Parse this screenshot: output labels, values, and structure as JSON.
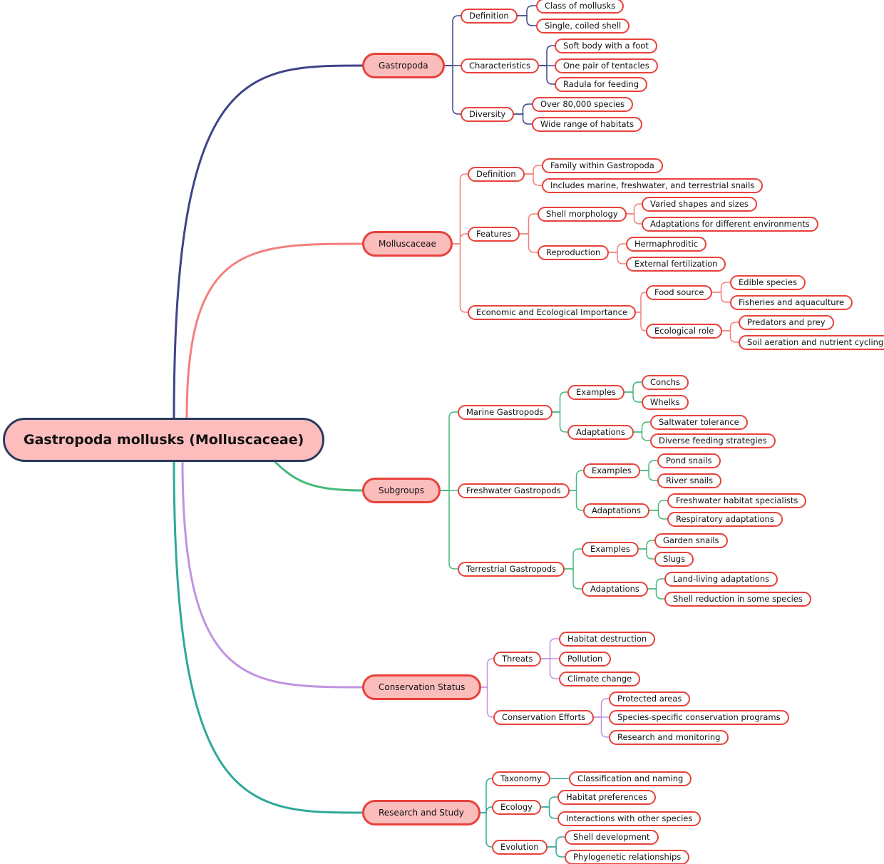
{
  "root": {
    "label": "Gastropoda mollusks (Molluscaceae)",
    "colors": {
      "fill": "#fdbdbd",
      "border": "#2a3a5c",
      "node_border": "#e8413a"
    }
  },
  "branches": [
    {
      "label": "Gastropoda",
      "color": "#3f4488",
      "children": [
        {
          "label": "Definition",
          "children": [
            {
              "label": "Class of mollusks"
            },
            {
              "label": "Single, coiled shell"
            }
          ]
        },
        {
          "label": "Characteristics",
          "children": [
            {
              "label": "Soft body with a foot"
            },
            {
              "label": "One pair of tentacles"
            },
            {
              "label": "Radula for feeding"
            }
          ]
        },
        {
          "label": "Diversity",
          "children": [
            {
              "label": "Over 80,000 species"
            },
            {
              "label": "Wide range of habitats"
            }
          ]
        }
      ]
    },
    {
      "label": "Molluscaceae",
      "color": "#f47f7d",
      "children": [
        {
          "label": "Definition",
          "children": [
            {
              "label": "Family within Gastropoda"
            },
            {
              "label": "Includes marine, freshwater, and terrestrial snails"
            }
          ]
        },
        {
          "label": "Features",
          "children": [
            {
              "label": "Shell morphology",
              "children": [
                {
                  "label": "Varied shapes and sizes"
                },
                {
                  "label": "Adaptations for different environments"
                }
              ]
            },
            {
              "label": "Reproduction",
              "children": [
                {
                  "label": "Hermaphroditic"
                },
                {
                  "label": "External fertilization"
                }
              ]
            }
          ]
        },
        {
          "label": "Economic and Ecological Importance",
          "children": [
            {
              "label": "Food source",
              "children": [
                {
                  "label": "Edible species"
                },
                {
                  "label": "Fisheries and aquaculture"
                }
              ]
            },
            {
              "label": "Ecological role",
              "children": [
                {
                  "label": "Predators and prey"
                },
                {
                  "label": "Soil aeration and nutrient cycling"
                }
              ]
            }
          ]
        }
      ]
    },
    {
      "label": "Subgroups",
      "color": "#46b87a",
      "children": [
        {
          "label": "Marine Gastropods",
          "children": [
            {
              "label": "Examples",
              "children": [
                {
                  "label": "Conchs"
                },
                {
                  "label": "Whelks"
                }
              ]
            },
            {
              "label": "Adaptations",
              "children": [
                {
                  "label": "Saltwater tolerance"
                },
                {
                  "label": "Diverse feeding strategies"
                }
              ]
            }
          ]
        },
        {
          "label": "Freshwater Gastropods",
          "children": [
            {
              "label": "Examples",
              "children": [
                {
                  "label": "Pond snails"
                },
                {
                  "label": "River snails"
                }
              ]
            },
            {
              "label": "Adaptations",
              "children": [
                {
                  "label": "Freshwater habitat specialists"
                },
                {
                  "label": "Respiratory adaptations"
                }
              ]
            }
          ]
        },
        {
          "label": "Terrestrial Gastropods",
          "children": [
            {
              "label": "Examples",
              "children": [
                {
                  "label": "Garden snails"
                },
                {
                  "label": "Slugs"
                }
              ]
            },
            {
              "label": "Adaptations",
              "children": [
                {
                  "label": "Land-living adaptations"
                },
                {
                  "label": "Shell reduction in some species"
                }
              ]
            }
          ]
        }
      ]
    },
    {
      "label": "Conservation Status",
      "color": "#c293e2",
      "children": [
        {
          "label": "Threats",
          "children": [
            {
              "label": "Habitat destruction"
            },
            {
              "label": "Pollution"
            },
            {
              "label": "Climate change"
            }
          ]
        },
        {
          "label": "Conservation Efforts",
          "children": [
            {
              "label": "Protected areas"
            },
            {
              "label": "Species-specific conservation programs"
            },
            {
              "label": "Research and monitoring"
            }
          ]
        }
      ]
    },
    {
      "label": "Research and Study",
      "color": "#2fa899",
      "children": [
        {
          "label": "Taxonomy",
          "children": [
            {
              "label": "Classification and naming"
            }
          ]
        },
        {
          "label": "Ecology",
          "children": [
            {
              "label": "Habitat preferences"
            },
            {
              "label": "Interactions with other species"
            }
          ]
        },
        {
          "label": "Evolution",
          "children": [
            {
              "label": "Shell development"
            },
            {
              "label": "Phylogenetic relationships"
            }
          ]
        }
      ]
    }
  ]
}
